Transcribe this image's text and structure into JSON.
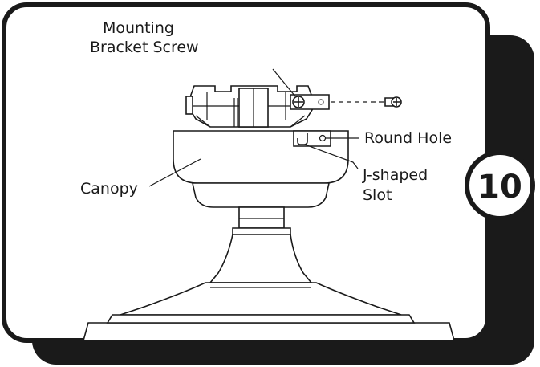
{
  "step_number": "10",
  "labels": {
    "mounting_bracket_screw_line1": "Mounting",
    "mounting_bracket_screw_line2": "Bracket Screw",
    "round_hole": "Round Hole",
    "j_slot_line1": "J-shaped",
    "j_slot_line2": "Slot",
    "canopy": "Canopy"
  },
  "colors": {
    "ink": "#1a1a1a",
    "panel": "#ffffff",
    "shadow": "#1a1a1a"
  }
}
